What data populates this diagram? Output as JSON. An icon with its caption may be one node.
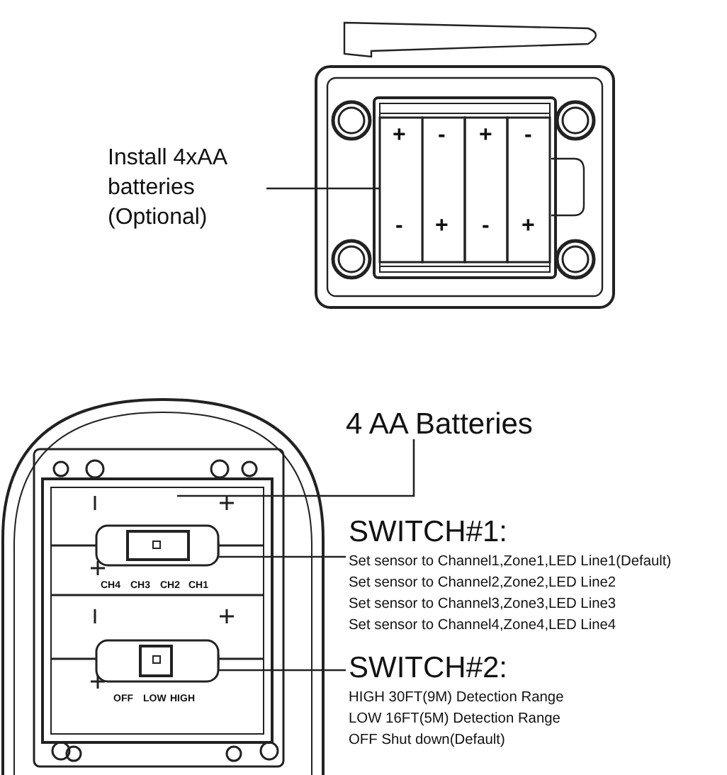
{
  "diagram": {
    "nodes": [
      {
        "text": [
          "Install 4xAA batteries (Optional)"
        ]
      },
      {
        "text": [],
        "shape": "bar"
      },
      {
        "text": [
          "4 AA Batteries"
        ]
      },
      {
        "text": [
          "SWITCH#1:",
          "Set sensor to Channel1,Zone1,LED Line1(Default)",
          "Set sensor to Channel2,Zone2,LED Line2",
          "Set sensor to Channel3,Zone3,LED Line3",
          "Set sensor to Channel4,Zone4,LED Line4"
        ]
      },
      {
        "text": [],
        "shape": "box"
      },
      {
        "text": [
          "SWITCH#2:",
          "HIGH 30FT(9M) Detection Range",
          "LOW 16FT(5M) Detection Range",
          "OFF Shut down(Default)"
        ]
      },
      {
        "text": [],
        "shape": "box"
      }
    ],
    "edges": [
      {
        "from": 0,
        "to": 1,
        "arrow": "none"
      },
      {
        "from": 2,
        "to": null,
        "arrow": "none"
      },
      {
        "from": 3,
        "to": 4,
        "arrow": "none"
      },
      {
        "from": 5,
        "to": 6,
        "arrow": "none"
      }
    ],
    "labels": [
      "+",
      "-",
      "+",
      "-",
      "-",
      "+",
      "-",
      "+",
      "CH4",
      "CH3",
      "CH2",
      "CH1",
      "OFF",
      "LOW",
      "HIGH"
    ]
  }
}
